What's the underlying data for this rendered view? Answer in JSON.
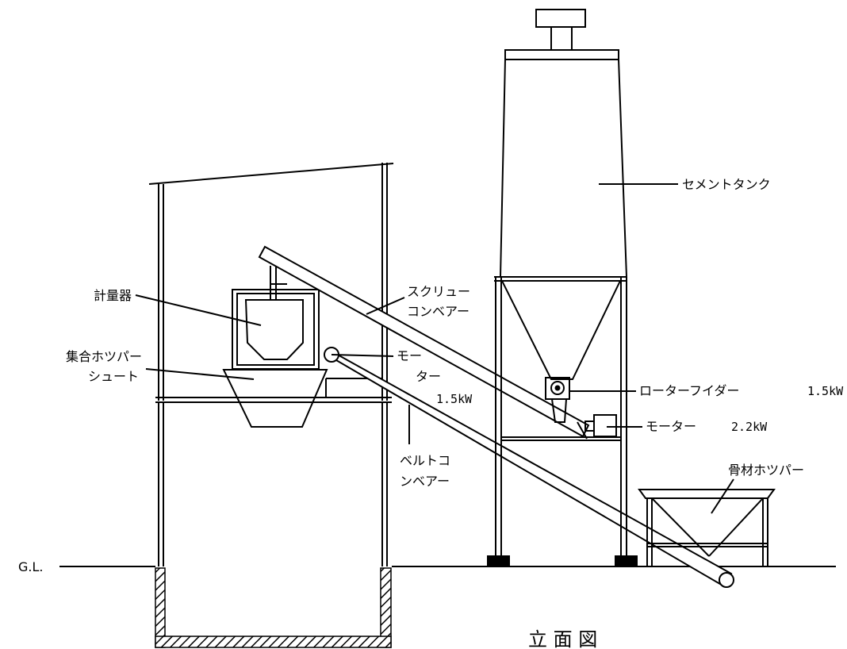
{
  "labels": {
    "cement_tank": "セメントタンク",
    "weigher": "計量器",
    "screw_conveyor_1": "スクリュー",
    "screw_conveyor_2": "コンベアー",
    "collecting_hopper_1": "集合ホツパー",
    "collecting_hopper_2": "シュート",
    "motor_belt_1": "モー",
    "motor_belt_2": "ター",
    "motor_belt_power": "1.5kW",
    "belt_conveyor_1": "ベルトコ",
    "belt_conveyor_2": "ンベアー",
    "rotor_feeder": "ローターフイダー",
    "rotor_feeder_power": "1.5kW",
    "motor_screw": "モーター",
    "motor_screw_power": "2.2kW",
    "aggregate_hopper": "骨材ホツパー",
    "ground_level": "G.L.",
    "title": "立 面 図"
  }
}
